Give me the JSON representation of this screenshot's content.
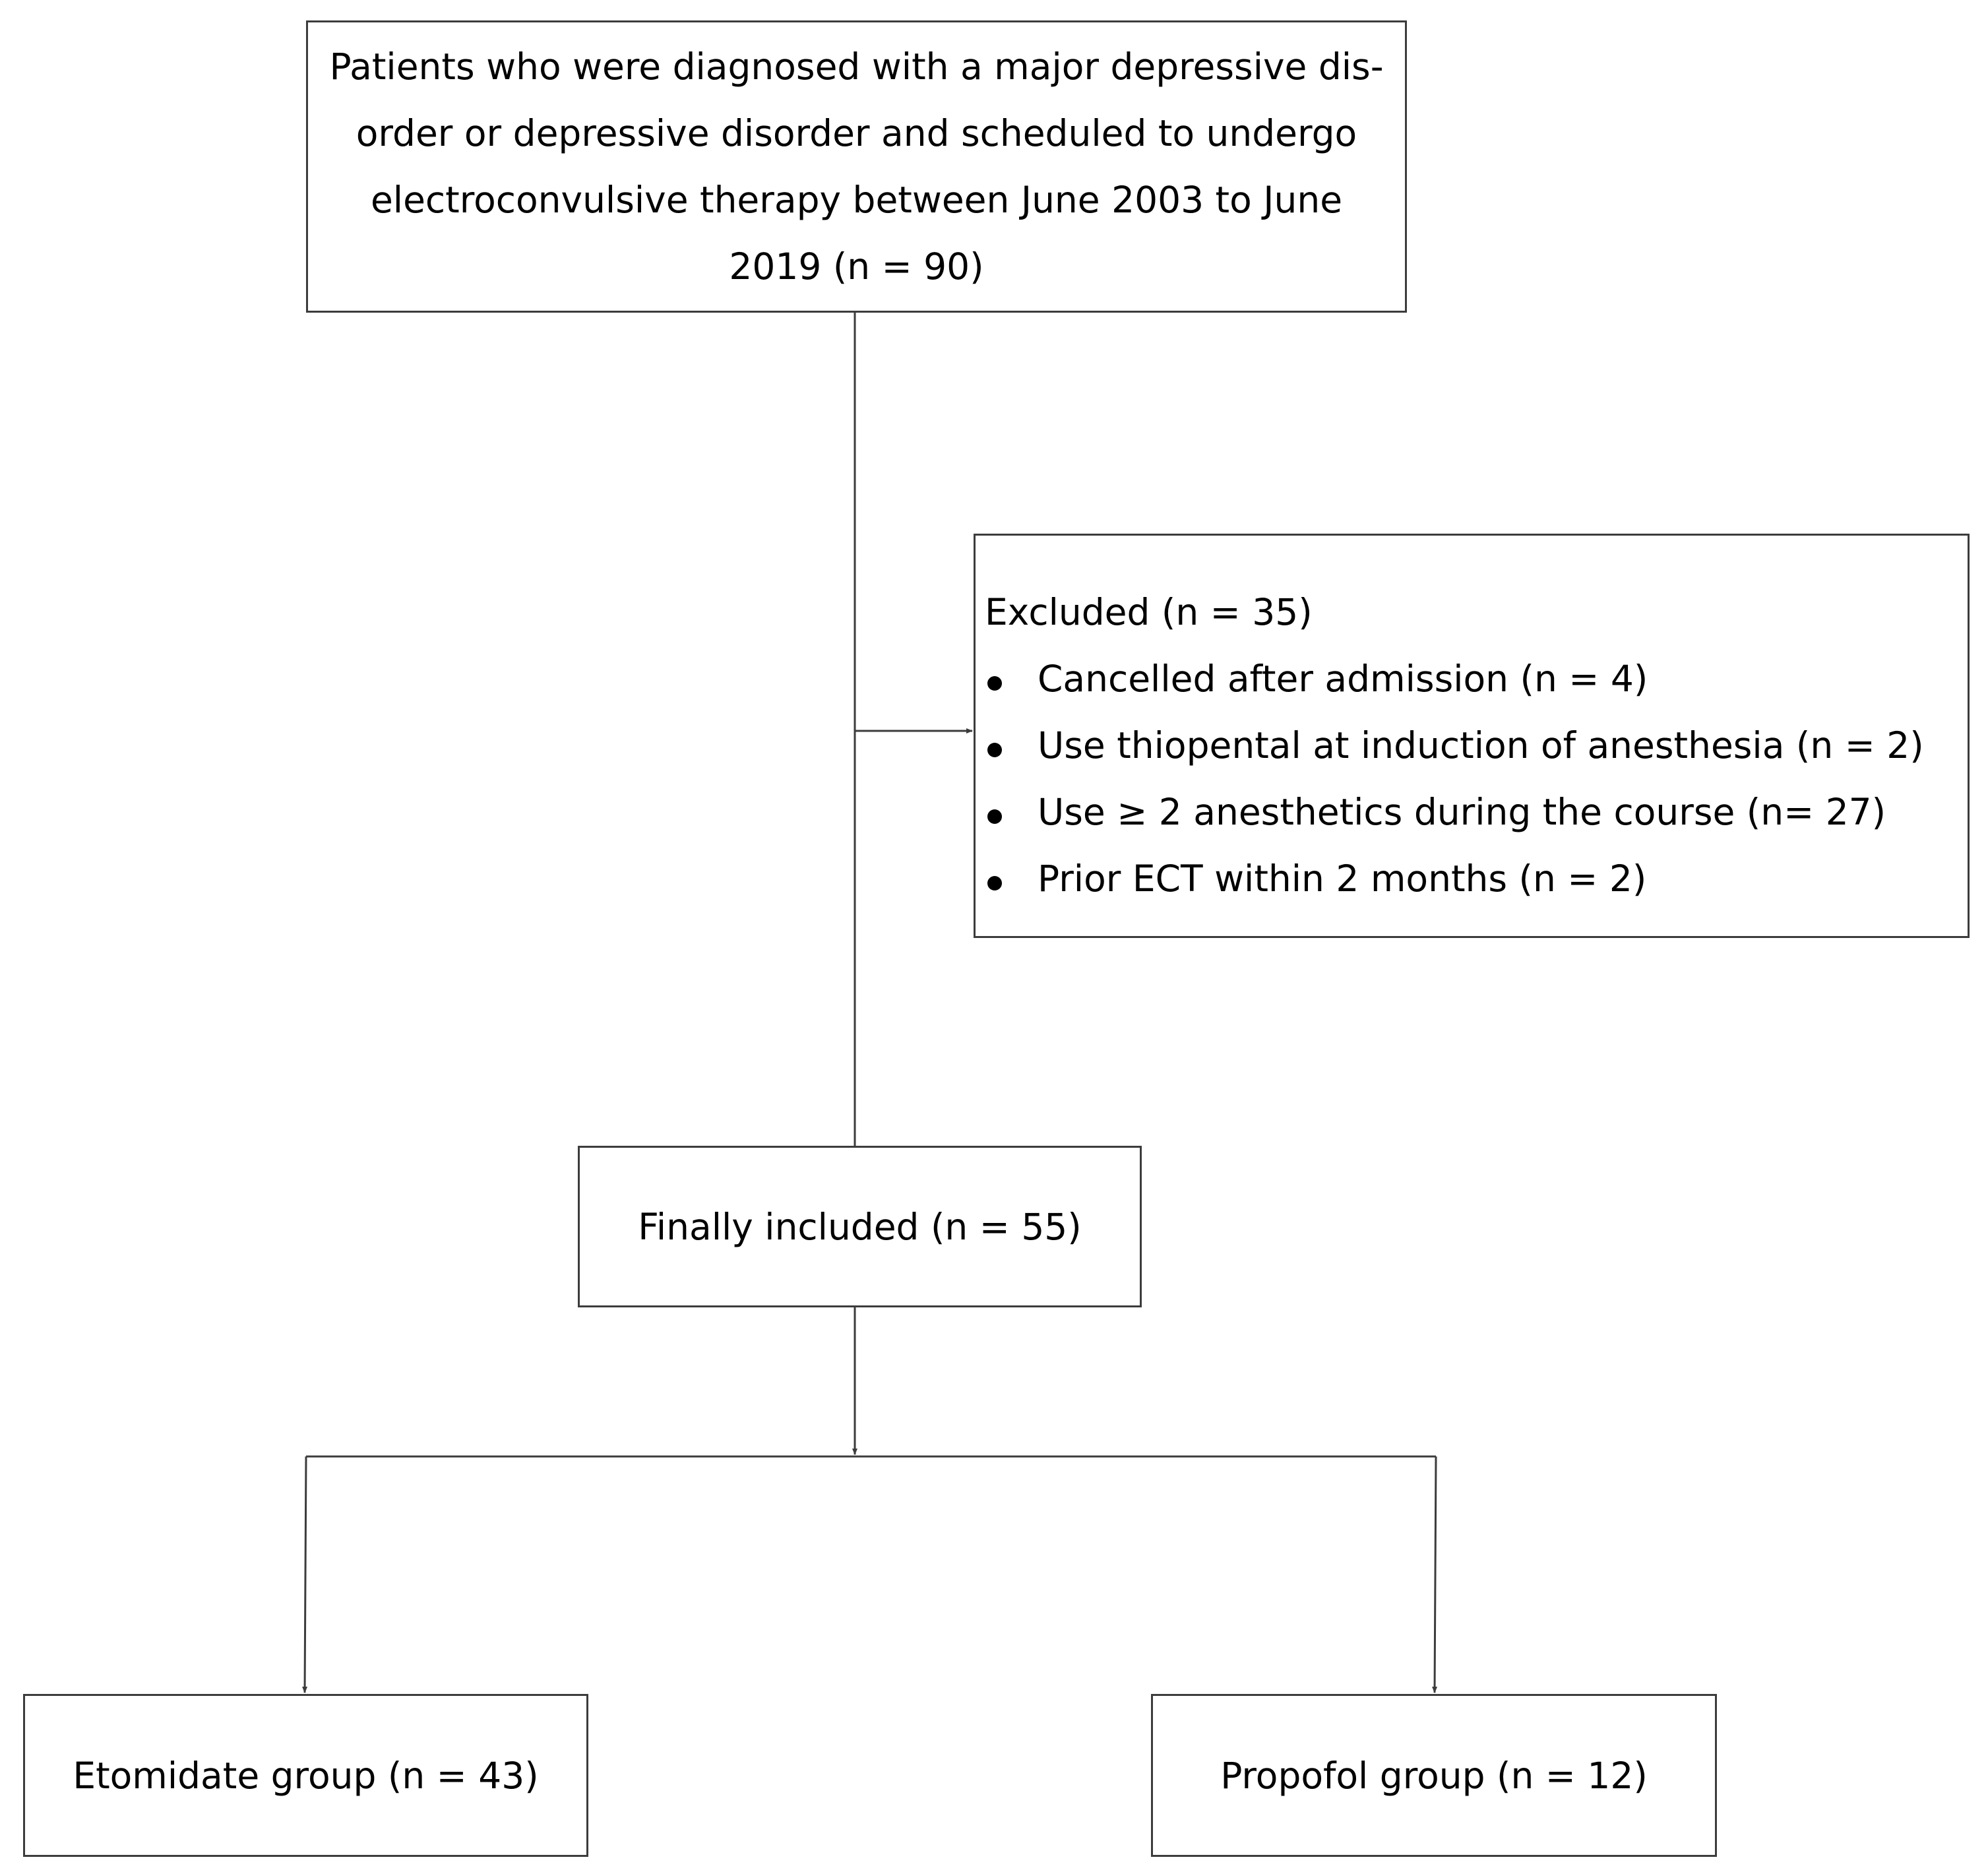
{
  "flowchart": {
    "screened": {
      "lines": [
        "Patients who were diagnosed with a major depressive dis-",
        "order or depressive disorder and scheduled to undergo",
        "electroconvulsive therapy between June 2003 to June",
        "2019 (n = 90)"
      ]
    },
    "excluded": {
      "title": "Excluded (n = 35)",
      "items": [
        "Cancelled after admission (n = 4)",
        "Use thiopental at induction of anesthesia (n = 2)",
        "Use ≥ 2 anesthetics during the course (n= 27)",
        "Prior ECT within 2 months (n = 2)"
      ]
    },
    "included": {
      "label": "Finally included (n = 55)"
    },
    "groups": {
      "etomidate": "Etomidate group (n = 43)",
      "propofol": "Propofol group (n = 12)"
    }
  },
  "colors": {
    "line": "#3c3c3c",
    "text": "#000000",
    "background": "#ffffff"
  }
}
